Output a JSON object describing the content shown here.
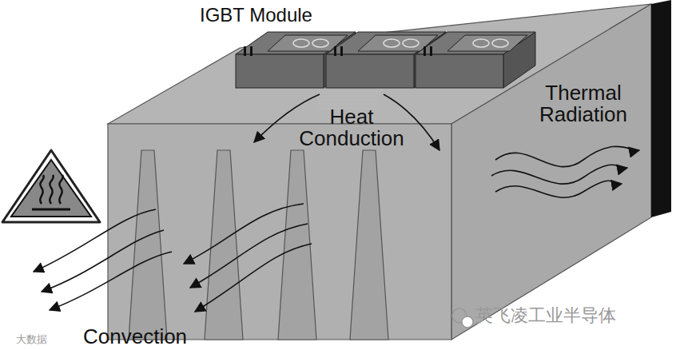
{
  "diagram": {
    "labels": [
      "IGBT Module",
      "Heat Conduction",
      "Thermal Radiation",
      "Convection",
      "英飞凌工业半导体",
      "大数据"
    ]
  }
}
